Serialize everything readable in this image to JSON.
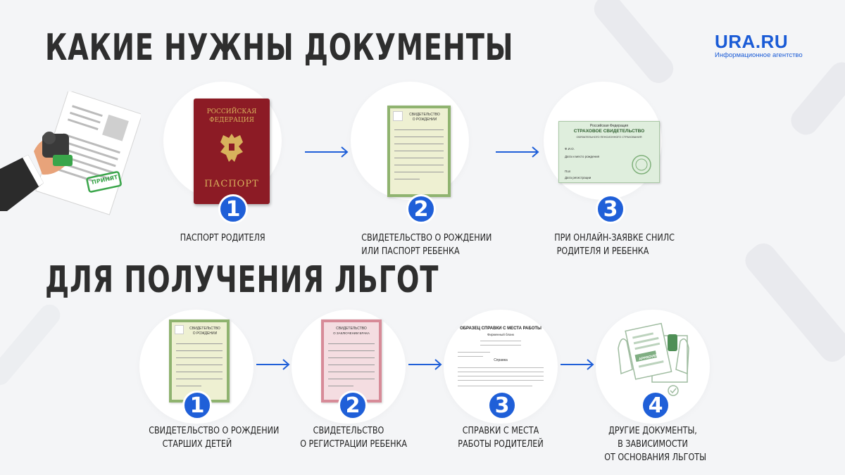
{
  "header": {
    "title_top": "КАКИЕ НУЖНЫ ДОКУМЕНТЫ",
    "title_bottom": "ДЛЯ ПОЛУЧЕНИЯ ЛЬГОТ"
  },
  "logo": {
    "name": "URA.RU",
    "tagline": "Информационное агентство"
  },
  "colors": {
    "accent": "#1f5fd8",
    "background": "#f4f5f7",
    "title": "#2e2e2e"
  },
  "illustration": {
    "stamp_text": "ПРИНЯТ"
  },
  "row1": {
    "steps": [
      {
        "number": "1",
        "label_line1": "ПАСПОРТ РОДИТЕЛЯ",
        "label_line2": "",
        "doc_title1": "РОССИЙСКАЯ",
        "doc_title2": "ФЕДЕРАЦИЯ",
        "doc_bottom": "ПАСПОРТ"
      },
      {
        "number": "2",
        "label_line1": "СВИДЕТЕЛЬСТВО О РОЖДЕНИИ",
        "label_line2": "ИЛИ ПАСПОРТ РЕБЕНКА",
        "doc_title1": "СВИДЕТЕЛЬСТВО",
        "doc_title2": "О РОЖДЕНИИ"
      },
      {
        "number": "3",
        "label_line1": "ПРИ ОНЛАЙН-ЗАЯВКЕ СНИЛС",
        "label_line2": "РОДИТЕЛЯ И РЕБЕНКА",
        "doc_title1": "Российская Федерация",
        "doc_title2": "СТРАХОВОЕ СВИДЕТЕЛЬСТВО",
        "doc_sub": "ОБЯЗАТЕЛЬНОГО ПЕНСИОННОГО СТРАХОВАНИЯ",
        "doc_f1": "Ф.И.О.",
        "doc_f2": "Дата и место рождения",
        "doc_f3": "Пол",
        "doc_f4": "Дата регистрации"
      }
    ]
  },
  "row2": {
    "steps": [
      {
        "number": "1",
        "label_line1": "СВИДЕТЕЛЬСТВО О РОЖДЕНИИ",
        "label_line2": "СТАРШИХ ДЕТЕЙ",
        "label_line3": "",
        "doc_title1": "СВИДЕТЕЛЬСТВО",
        "doc_title2": "О РОЖДЕНИИ"
      },
      {
        "number": "2",
        "label_line1": "СВИДЕТЕЛЬСТВО",
        "label_line2": "О РЕГИСТРАЦИИ РЕБЕНКА",
        "label_line3": "",
        "doc_title1": "СВИДЕТЕЛЬСТВО",
        "doc_title2": "О ЗАКЛЮЧЕНИИ БРАКА"
      },
      {
        "number": "3",
        "label_line1": "СПРАВКИ С МЕСТА",
        "label_line2": "РАБОТЫ РОДИТЕЛЕЙ",
        "label_line3": "",
        "doc_title1": "ОБРАЗЕЦ СПРАВКИ С МЕСТА РАБОТЫ",
        "doc_title2": "Фирменный бланк",
        "doc_word": "Справка"
      },
      {
        "number": "4",
        "label_line1": "ДРУГИЕ ДОКУМЕНТЫ,",
        "label_line2": "В ЗАВИСИМОСТИ",
        "label_line3": "ОТ ОСНОВАНИЯ ЛЬГОТЫ",
        "doc_stamp": "APPROVED"
      }
    ]
  }
}
